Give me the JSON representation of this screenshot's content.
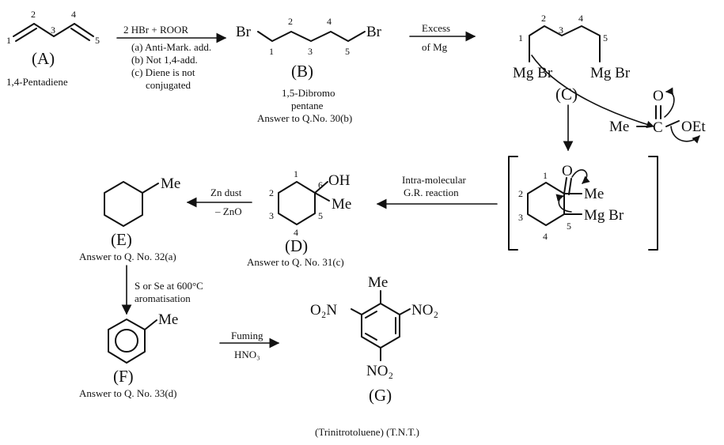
{
  "A": {
    "label": "(A)",
    "name": "1,4-Pentadiene",
    "nums": [
      "1",
      "2",
      "3",
      "4",
      "5"
    ]
  },
  "step1": {
    "reagent": "2 HBr + ROOR",
    "notes": [
      "(a) Anti-Mark. add.",
      "(b) Not 1,4-add.",
      "(c) Diene is not",
      "conjugated"
    ]
  },
  "B": {
    "label": "(B)",
    "name_lines": [
      "1,5-Dibromo",
      "pentane"
    ],
    "answer": "Answer to Q.No. 30(b)",
    "br": "Br",
    "nums": [
      "1",
      "2",
      "3",
      "4",
      "5"
    ]
  },
  "step2": {
    "top": "Excess",
    "bottom": "of Mg"
  },
  "C": {
    "label": "(C)",
    "mgbr": "Mg Br",
    "nums": [
      "1",
      "2",
      "3",
      "4",
      "5"
    ]
  },
  "ester": {
    "o": "O",
    "me": "Me",
    "c": "C",
    "oet": "OEt"
  },
  "intermediate": {
    "o": "O",
    "me": "Me",
    "mgbr": "Mg Br",
    "nums": [
      "1",
      "2",
      "3",
      "4",
      "5"
    ]
  },
  "step3": {
    "lines": [
      "Intra-molecular",
      "G.R. reaction"
    ]
  },
  "D": {
    "label": "(D)",
    "oh": "OH",
    "me": "Me",
    "answer": "Answer to Q. No. 31(c)",
    "nums": [
      "1",
      "2",
      "3",
      "4",
      "5",
      "6"
    ]
  },
  "step4": {
    "top": "Zn dust",
    "bottom": "– ZnO"
  },
  "E": {
    "label": "(E)",
    "me": "Me",
    "answer": "Answer to Q. No. 32(a)"
  },
  "step5": {
    "lines": [
      "S or Se at 600°C",
      "aromatisation"
    ]
  },
  "F": {
    "label": "(F)",
    "me": "Me",
    "answer": "Answer to Q. No. 33(d)"
  },
  "step6": {
    "top": "Fuming",
    "bottom": "HNO₃"
  },
  "G": {
    "label": "(G)",
    "me": "Me",
    "no2_left": "O₂N",
    "no2_right": "NO₂",
    "no2_bottom": "NO₂",
    "name": "(Trinitrotoluene) (T.N.T.)"
  }
}
